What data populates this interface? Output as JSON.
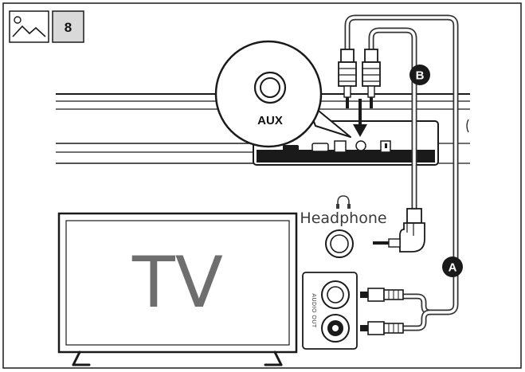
{
  "step": {
    "number": "8",
    "icon": "image-icon"
  },
  "labels": {
    "tv": "TV",
    "aux": "AUX",
    "headphone": "Headphone",
    "audio_out": "AUDIO OUT",
    "cable_a": "A",
    "cable_b": "B"
  },
  "colors": {
    "line": "#1a1a1a",
    "badge": "#1a1a1a",
    "tv_text": "#6e6e6e",
    "cable_outline": "#333333"
  }
}
